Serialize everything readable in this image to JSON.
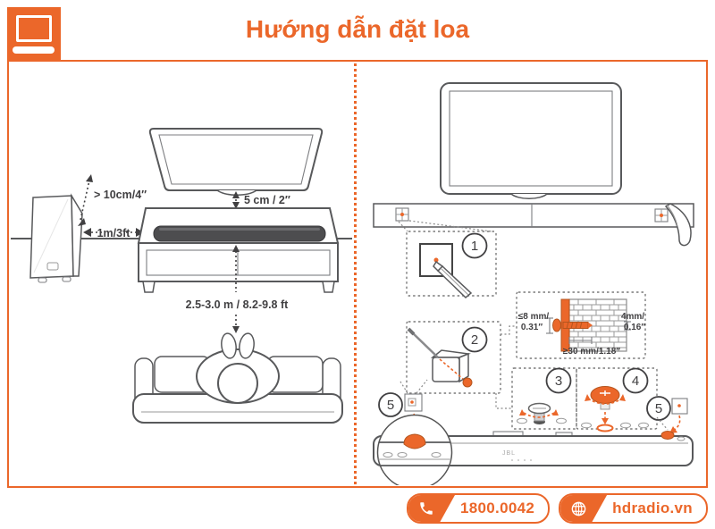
{
  "header": {
    "title": "Hướng dẫn đặt loa",
    "icon": "tv-soundbar-icon"
  },
  "colors": {
    "accent": "#EB672A",
    "line_art": "#58595B",
    "soundbar_dark": "#4D4D4F"
  },
  "left_diagram": {
    "labels": {
      "subwoofer_clearance": "> 10cm/4″",
      "subwoofer_to_stand": "1m/3ft",
      "tv_to_soundbar_gap": "5 cm / 2″",
      "listening_distance": "2.5-3.0 m / 8.2-9.8 ft"
    }
  },
  "right_diagram": {
    "step_numbers": [
      "1",
      "2",
      "3",
      "4",
      "5"
    ],
    "wall_mount": {
      "head_gap_line1": "≤8 mm/",
      "head_gap_line2": "0.31″",
      "screw_dia_line1": "4mm/",
      "screw_dia_line2": "0.16″",
      "screw_depth": "≥30 mm/1.18″"
    }
  },
  "logos": {
    "soundbar": "JBL"
  },
  "footer": {
    "phone": "1800.0042",
    "website": "hdradio.vn",
    "phone_icon": "phone-icon",
    "website_icon": "globe-icon"
  }
}
